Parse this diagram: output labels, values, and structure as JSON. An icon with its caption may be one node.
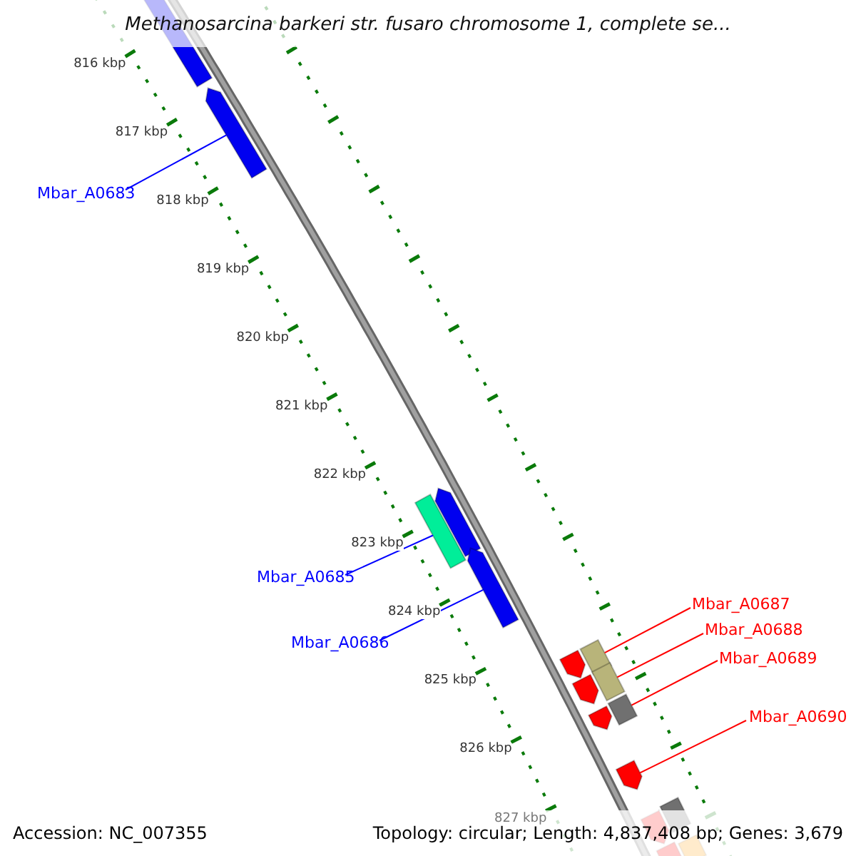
{
  "diagram": {
    "title": "Methanosarcina barkeri str. fusaro chromosome 1, complete se...",
    "nodes": [
      {
        "text": [],
        "shape": "pentagon"
      },
      {
        "text": [
          "Mbar_A0683"
        ]
      },
      {
        "text": [],
        "shape": "pentagon"
      },
      {
        "text": [],
        "shape": "pentagon"
      },
      {
        "text": [],
        "shape": "box"
      },
      {
        "text": [
          "Mbar_A0685"
        ]
      },
      {
        "text": [],
        "shape": "pentagon"
      },
      {
        "text": [
          "Mbar_A0686"
        ]
      },
      {
        "text": [
          "Mbar_A0687"
        ]
      },
      {
        "text": [
          "Mbar_A0688"
        ]
      },
      {
        "text": [],
        "shape": "box"
      },
      {
        "text": [],
        "shape": "pentagon"
      },
      {
        "text": [
          "Mbar_A0689"
        ]
      },
      {
        "text": [],
        "shape": "box"
      },
      {
        "text": [],
        "shape": "pentagon"
      },
      {
        "text": [],
        "shape": "box"
      },
      {
        "text": [],
        "shape": "pentagon"
      },
      {
        "text": [
          "Mbar_A0690"
        ]
      },
      {
        "text": [],
        "shape": "pentagon"
      },
      {
        "text": [],
        "shape": "box"
      },
      {
        "text": [],
        "shape": "pentagon"
      },
      {
        "text": [],
        "shape": "box"
      },
      {
        "text": [],
        "shape": "pentagon"
      }
    ],
    "edges": [
      {
        "from": 1,
        "to": 2,
        "arrow": "none",
        "color": "#0000ff"
      },
      {
        "from": 5,
        "to": 4,
        "arrow": "none",
        "color": "#0000ff"
      },
      {
        "from": 7,
        "to": 6,
        "arrow": "none",
        "color": "#0000ff"
      },
      {
        "from": 8,
        "to": 10,
        "arrow": "none"
      },
      {
        "from": 9,
        "to": 13,
        "arrow": "none"
      },
      {
        "from": 12,
        "to": 15,
        "arrow": "none"
      },
      {
        "from": 17,
        "to": 18,
        "arrow": "none"
      }
    ],
    "labels": [
      "816 kbp",
      "817 kbp",
      "818 kbp",
      "819 kbp",
      "820 kbp",
      "821 kbp",
      "822 kbp",
      "823 kbp",
      "824 kbp",
      "825 kbp",
      "826 kbp",
      "827 kbp",
      "Accession: NC_007355",
      "Topology: circular; Length: 4,837,408 bp; Genes: 3,679"
    ]
  }
}
